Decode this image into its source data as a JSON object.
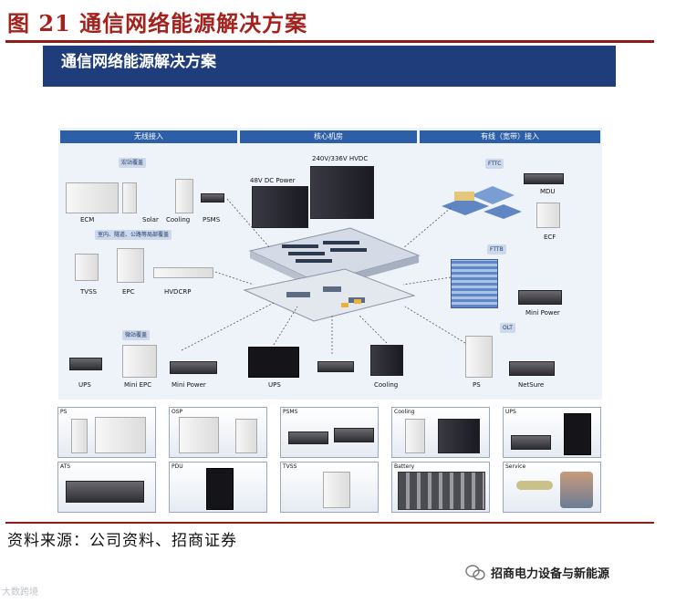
{
  "figure": {
    "title": "图 21  通信网络能源解决方案",
    "banner": "通信网络能源解决方案",
    "source": "资料来源：公司资料、招商证券",
    "wechat_account": "招商电力设备与新能源",
    "watermark": "大数跨境"
  },
  "sections": {
    "wireless": "无线接入",
    "core": "核心机房",
    "wired": "有线（宽带）接入"
  },
  "subtags": {
    "macro": "宏站覆盖",
    "indoor": "室内、隧道、公路等局部覆盖",
    "micro": "微站覆盖",
    "fttc": "FTTC",
    "fttb": "FTTB",
    "olt": "OLT"
  },
  "equipment": {
    "ecm": "ECM",
    "solar": "Solar",
    "cooling_a": "Cooling",
    "psms_a": "PSMS",
    "tvss": "TVSS",
    "epc": "EPC",
    "hvdcrp": "HVDCRP",
    "ups_a": "UPS",
    "mini_epc": "Mini EPC",
    "mini_power_a": "Mini Power",
    "dc48": "48V DC Power",
    "hvdc": "240V/336V HVDC",
    "ups_b": "UPS",
    "cooling_b": "Cooling",
    "mdu": "MDU",
    "ecf": "ECF",
    "mini_power_b": "Mini Power",
    "ps": "PS",
    "netsure": "NetSure"
  },
  "cards": [
    "PS",
    "OSP",
    "PSMS",
    "Cooling",
    "UPS",
    "ATS",
    "PDU",
    "TVSS",
    "Battery",
    "Service"
  ],
  "colors": {
    "title_red": "#a3221d",
    "banner_blue": "#1f3d7a",
    "section_blue": "#2d5fa8"
  }
}
